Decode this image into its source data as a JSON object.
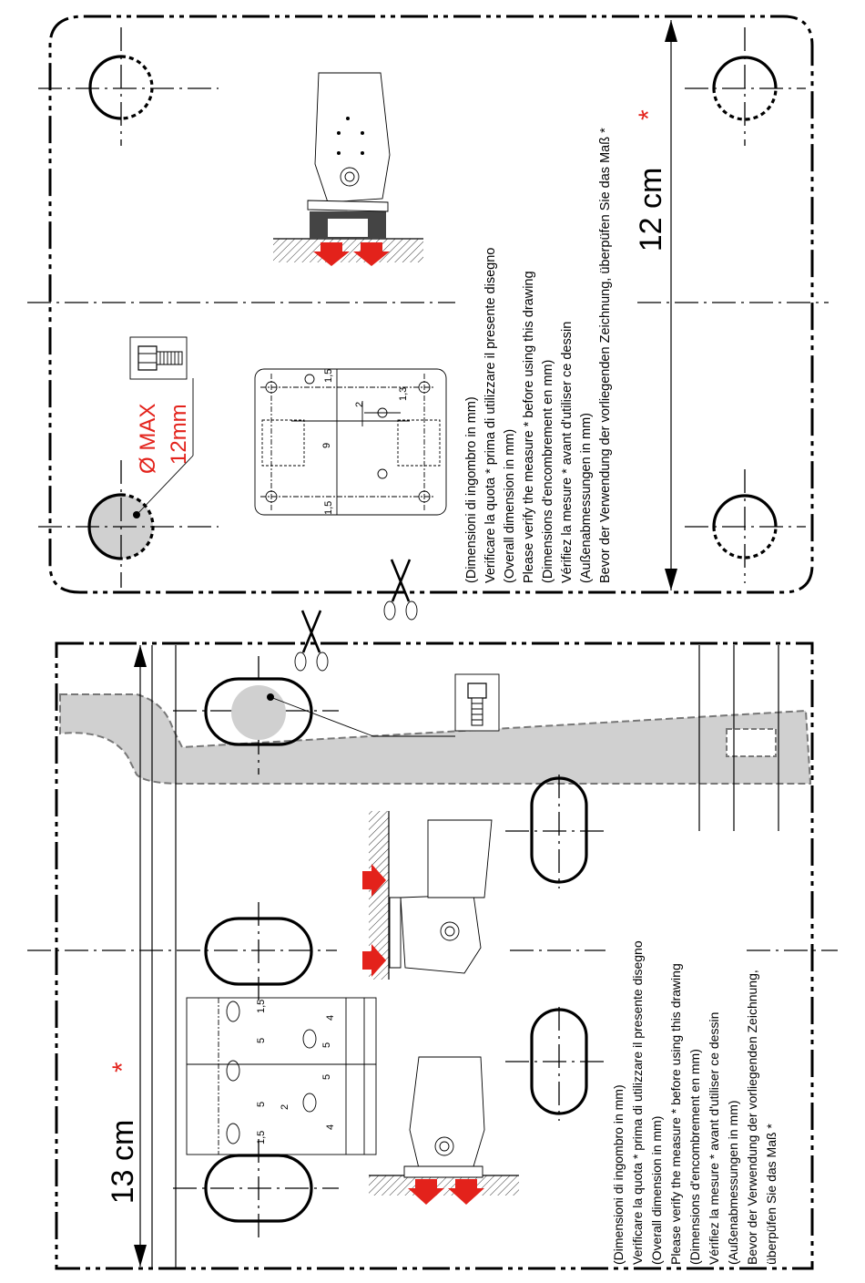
{
  "colors": {
    "accent_red": "#e3221b",
    "shade_grey": "#d0d0d0",
    "ink": "#000000"
  },
  "template_top": {
    "dimension_label": "12 cm",
    "asterisk": "*",
    "hole_max_line1": "Ø MAX",
    "hole_max_line2": "12mm",
    "instructions": [
      "(Dimensioni di ingombro in mm)",
      "Verificare la quota * prima di utilizzare il presente disegno",
      "(Overall dimension in mm)",
      "Please verify the measure * before using this drawing",
      "(Dimensions d'encombrement en mm)",
      "Vérifiez la mesure * avant d'utiliser ce dessin",
      "(Außenabmessungen in mm)",
      "Bevor der Verwendung der vorliegenden Zeichnung, überpüfen Sie das Maß *"
    ],
    "plate_dims": {
      "d_1_5_top": "1,5",
      "d_1_5_bottom": "1,5",
      "d_9": "9",
      "d_2": "2",
      "d_1_3": "1,3"
    }
  },
  "template_bottom": {
    "dimension_label": "13 cm",
    "asterisk": "*",
    "instructions": [
      "(Dimensioni di ingombro in mm)",
      "Verificare la quota * prima di utilizzare il presente disegno",
      "(Overall dimension in mm)",
      "Please verify the measure * before using this drawing",
      "(Dimensions d'encombrement en mm)",
      "Vérifiez la mesure * avant d'utiliser ce dessin",
      "(Außenabmessungen in mm)",
      "Bevor der Verwendung der vorliegenden Zeichnung,",
      "überpüfen Sie das Maß *"
    ],
    "plate_dims": {
      "d_1_5_left": "1,5",
      "d_1_5_right": "1,5",
      "d_5_a": "5",
      "d_5_b": "5",
      "d_5_c": "5",
      "d_5_d": "5",
      "d_4_a": "4",
      "d_4_b": "4",
      "d_2": "2"
    }
  },
  "icons": [
    "scissors-icon",
    "bolt-icon",
    "mounting-bracket-icon",
    "arrow-down-icon"
  ]
}
